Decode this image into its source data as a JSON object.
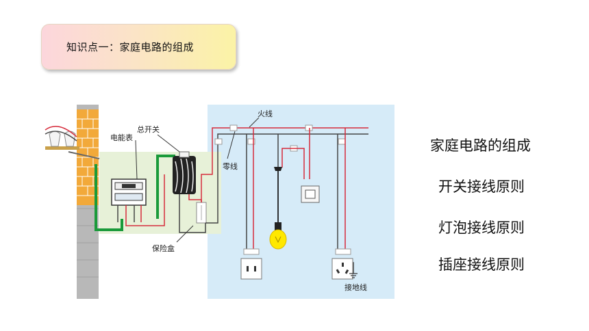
{
  "title": "知识点一：家庭电路的组成",
  "diagram_labels": {
    "live_wire": "火线",
    "neutral_wire": "零线",
    "meter": "电能表",
    "main_switch": "总开关",
    "fuse_box": "保险盒",
    "ground_wire": "接地线"
  },
  "side_menu": [
    "家庭电路的组成",
    "开关接线原则",
    "灯泡接线原则",
    "插座接线原则"
  ],
  "colors": {
    "live": "#d62a3a",
    "neutral": "#444444",
    "ground_green": "#1a9a3a",
    "room_bg": "#d6ebf8",
    "panel_bg": "#e7f1d8",
    "brick": "#f2a93a",
    "bulb": "#ffe800"
  }
}
